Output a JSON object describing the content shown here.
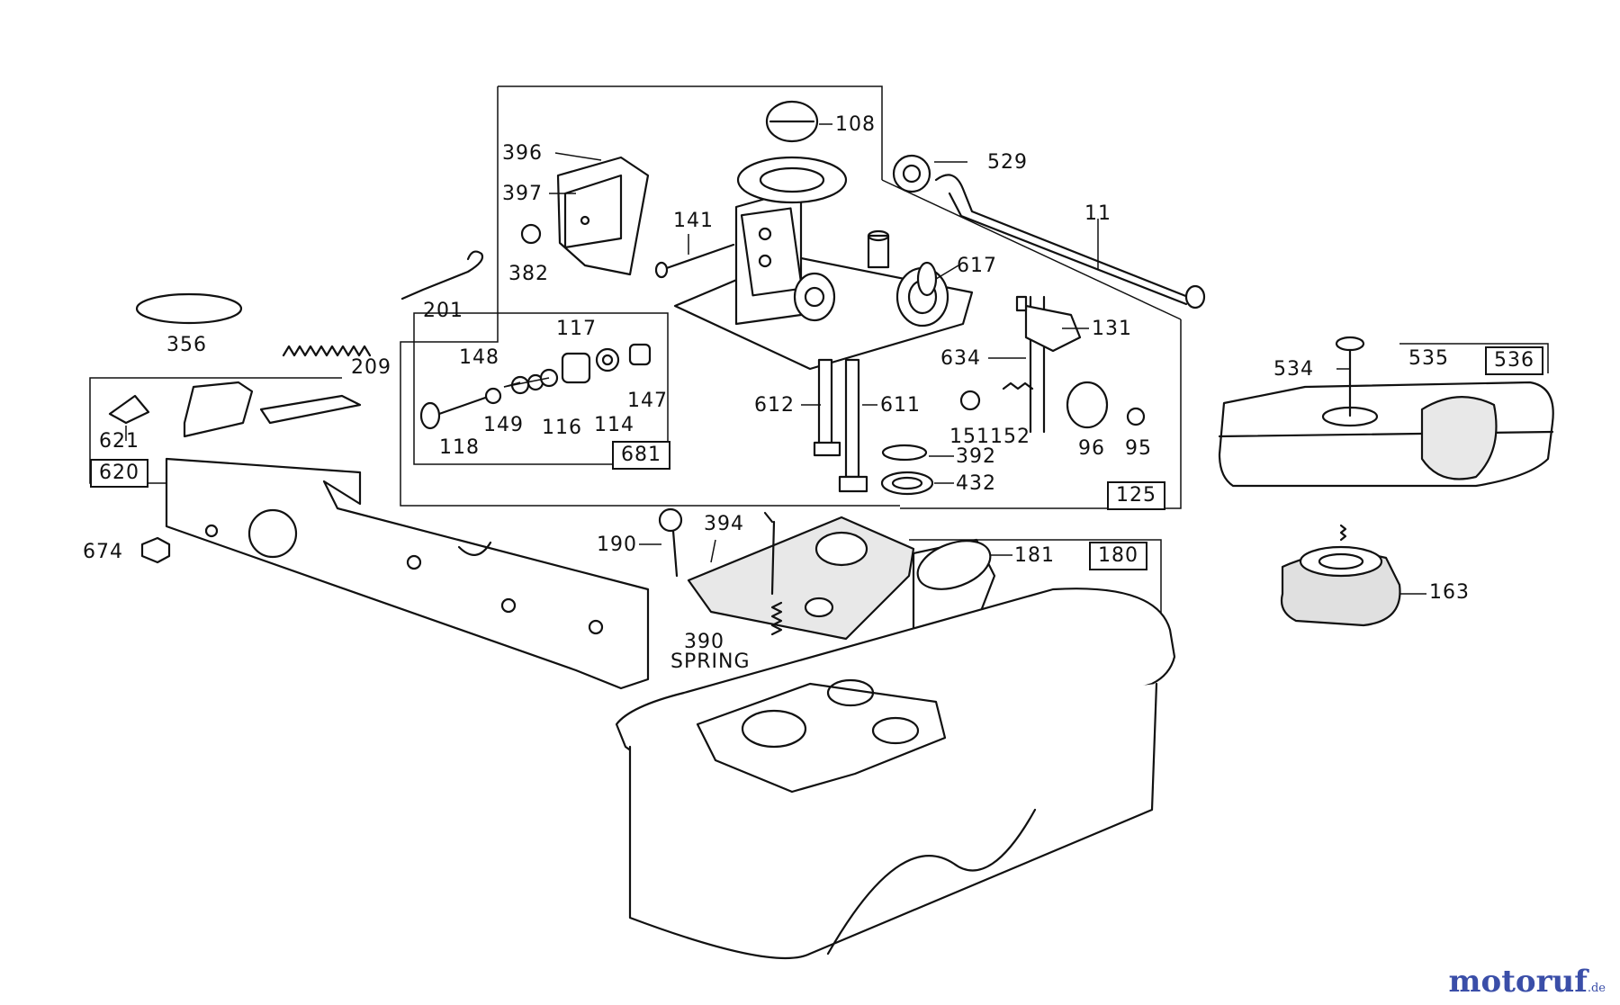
{
  "callouts": [
    "108",
    "396",
    "397",
    "382",
    "141",
    "529",
    "11",
    "617",
    "201",
    "356",
    "209",
    "131",
    "634",
    "117",
    "148",
    "147",
    "149",
    "116",
    "114",
    "118",
    "612",
    "611",
    "151",
    "152",
    "96",
    "95",
    "392",
    "432",
    "621",
    "674",
    "190",
    "394",
    "181",
    "390",
    "534",
    "535",
    "163"
  ],
  "boxed_callouts": [
    "681",
    "620",
    "125",
    "180",
    "536"
  ],
  "spring_label": "SPRING",
  "watermark": {
    "brand": "motoruf",
    "tld": ".de",
    "colors": {
      "brand_primary": "#3a4ea8",
      "brand_accent": "#e07a1f"
    }
  }
}
